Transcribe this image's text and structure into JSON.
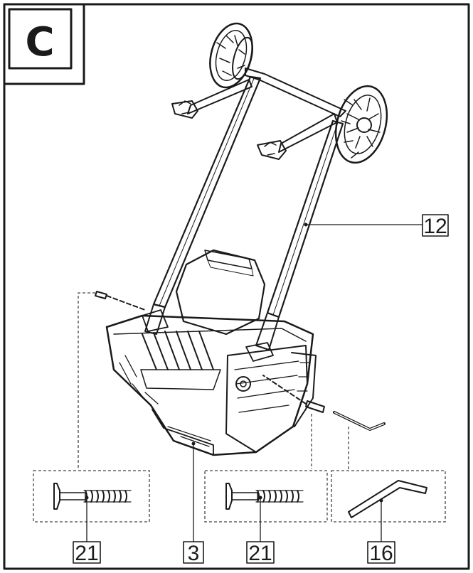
{
  "step": {
    "letter": "C"
  },
  "callouts": {
    "handle": "12",
    "screw_left": "21",
    "body": "3",
    "screw_right": "21",
    "hex_key": "16"
  }
}
